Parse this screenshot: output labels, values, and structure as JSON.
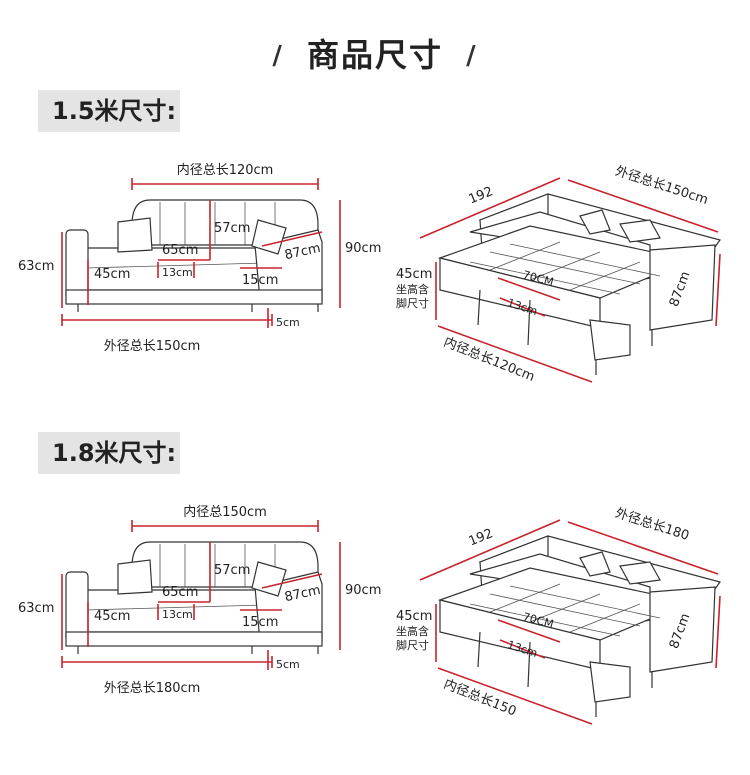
{
  "header": {
    "title": "商品尺寸",
    "deco": "/"
  },
  "sections": [
    {
      "badge": "1.5米尺寸:",
      "front": {
        "inner_total": "内径总长120cm",
        "outer_total": "外径总长150cm",
        "height_total": "63cm",
        "height_right": "90cm",
        "seat_height": "45cm",
        "depth_inner": "65cm",
        "back_height": "57cm",
        "depth_outer": "87cm",
        "arm_width": "13cm",
        "cushion": "15cm",
        "leg": "5cm"
      },
      "bed": {
        "length": "192",
        "outer": "外径总长150cm",
        "seat_h": "45cm",
        "seat_note1": "坐高含",
        "seat_note2": "脚尺寸",
        "mattress": "70CM",
        "arm": "13cm",
        "depth": "87cm",
        "inner": "内径总长120cm"
      }
    },
    {
      "badge": "1.8米尺寸:",
      "front": {
        "inner_total": "内径总150cm",
        "outer_total": "外径总长180cm",
        "height_total": "63cm",
        "height_right": "90cm",
        "seat_height": "45cm",
        "depth_inner": "65cm",
        "back_height": "57cm",
        "depth_outer": "87cm",
        "arm_width": "13cm",
        "cushion": "15cm",
        "leg": "5cm"
      },
      "bed": {
        "length": "192",
        "outer": "外径总长180",
        "seat_h": "45cm",
        "seat_note1": "坐高含",
        "seat_note2": "脚尺寸",
        "mattress": "70CM",
        "arm": "13cm",
        "depth": "87cm",
        "inner": "内径总长150"
      }
    }
  ]
}
